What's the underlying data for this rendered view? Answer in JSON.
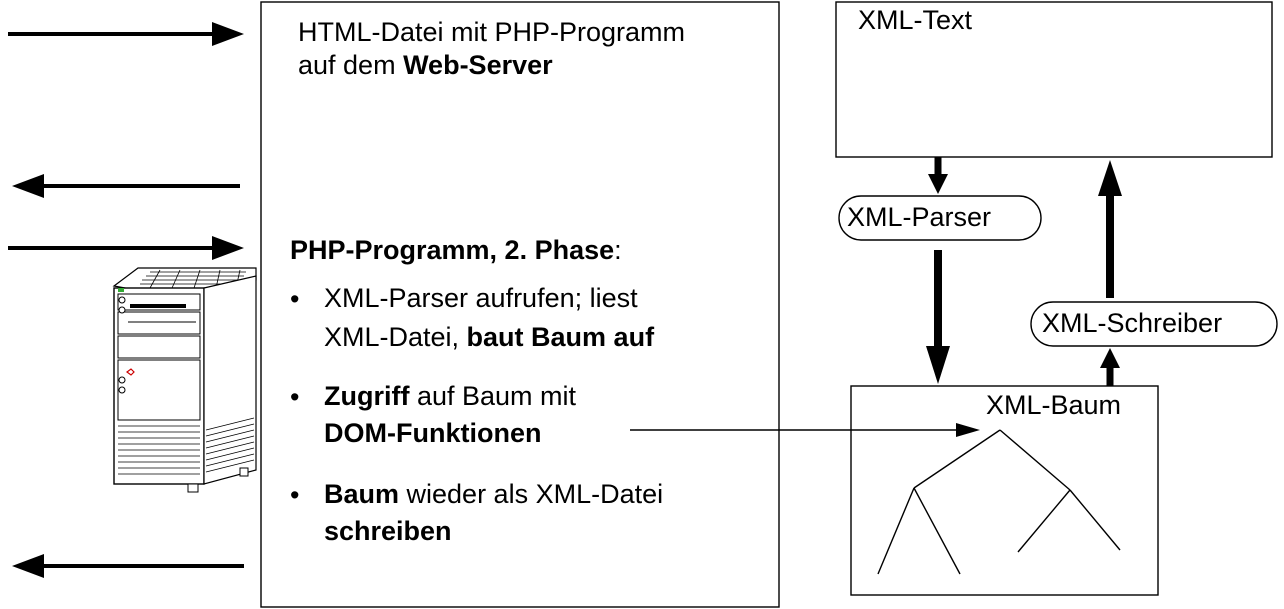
{
  "server_box": {
    "title_line1": "HTML-Datei mit PHP-Programm",
    "title_line2_prefix": "auf dem ",
    "title_line2_bold": "Web-Server"
  },
  "phase": {
    "heading_bold": "PHP-Programm, 2. Phase",
    "heading_suffix": ":",
    "bullets": [
      {
        "line1": "XML-Parser aufrufen; liest",
        "line2_prefix": "XML-Datei, ",
        "line2_bold": "baut Baum auf"
      },
      {
        "line1_bold": "Zugriff",
        "line1_suffix": " auf Baum mit",
        "line2_bold": "DOM-Funktionen"
      },
      {
        "line1_bold": "Baum",
        "line1_suffix": " wieder als XML-Datei",
        "line2_bold": "schreiben"
      }
    ]
  },
  "nodes": {
    "xml_text": "XML-Text",
    "xml_parser": "XML-Parser",
    "xml_schreiber": "XML-Schreiber",
    "xml_baum": "XML-Baum"
  },
  "icons": {
    "server": "server-tower-icon"
  }
}
